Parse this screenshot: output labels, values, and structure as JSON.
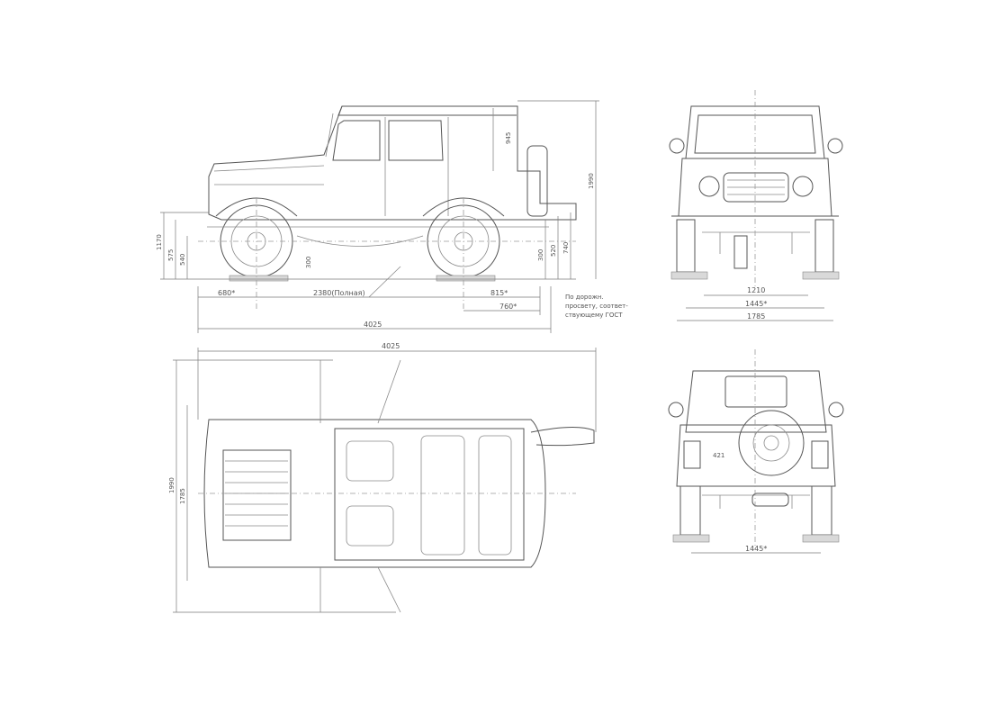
{
  "side_view": {
    "dimensions": {
      "front_overhang": "680*",
      "wheelbase": "2380(Полная)",
      "rear_overhang": "815*",
      "rear_track_offset": "760*",
      "overall_length": "4025",
      "top_total_length": "4025",
      "height_total": "1990",
      "height_left_a": "1170",
      "height_left_b": "575",
      "height_left_c": "540",
      "height_rear_a": "740",
      "height_rear_b": "520",
      "height_rear_c": "300",
      "ground": "300",
      "roof": "945"
    },
    "note_lines": [
      "По дорожн.",
      "просвету, соответ-",
      "ствующему ГОСТ"
    ]
  },
  "front_view": {
    "dimensions": {
      "track_inner": "1210",
      "track": "1445*",
      "width": "1785"
    }
  },
  "top_view": {
    "dimensions": {
      "width_outer": "1990",
      "width_inner": "1785"
    }
  },
  "rear_view": {
    "plate_text": "421",
    "dimensions": {
      "track": "1445*"
    }
  }
}
